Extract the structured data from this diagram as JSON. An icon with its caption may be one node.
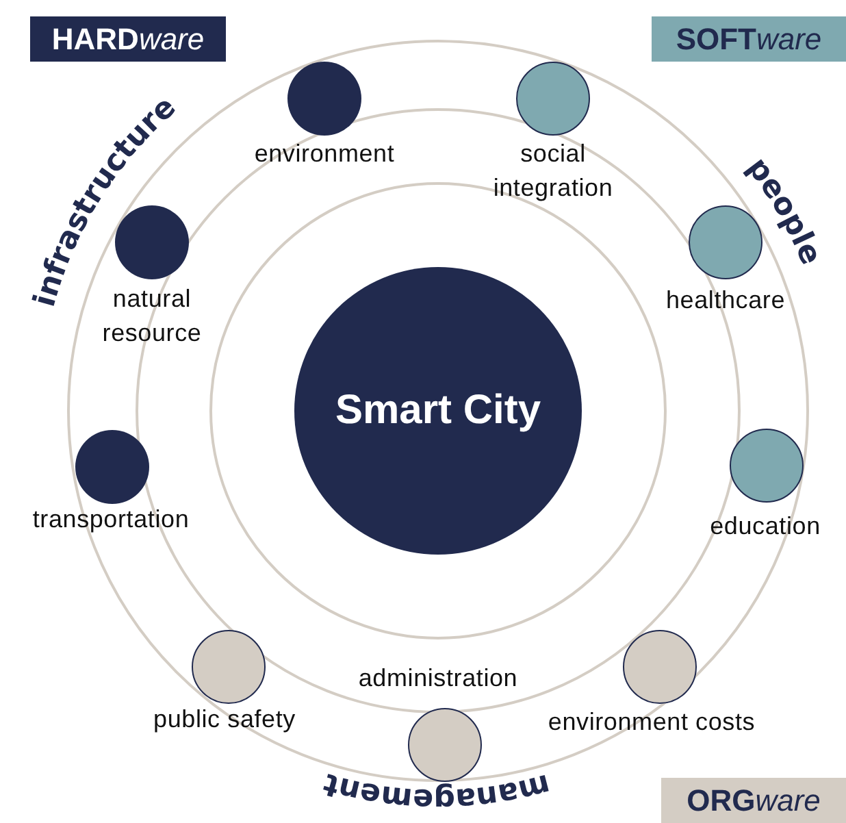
{
  "diagram": {
    "nodes": [
      {
        "text": [
          "Smart City"
        ]
      },
      {
        "text": [
          "**HARD**ware"
        ]
      },
      {
        "text": [
          "**SOFT**ware"
        ]
      },
      {
        "text": [
          "**ORG**ware"
        ]
      },
      {
        "text": [
          "environment"
        ]
      },
      {
        "text": [
          "social integration"
        ]
      },
      {
        "text": [
          "natural resource"
        ]
      },
      {
        "text": [
          "healthcare"
        ]
      },
      {
        "text": [
          "transportation"
        ]
      },
      {
        "text": [
          "education"
        ]
      },
      {
        "text": [
          "administration"
        ]
      },
      {
        "text": [
          "public safety"
        ]
      },
      {
        "text": [
          "environment costs"
        ]
      }
    ],
    "labels": [
      "infrastructure",
      "people",
      "management"
    ]
  }
}
